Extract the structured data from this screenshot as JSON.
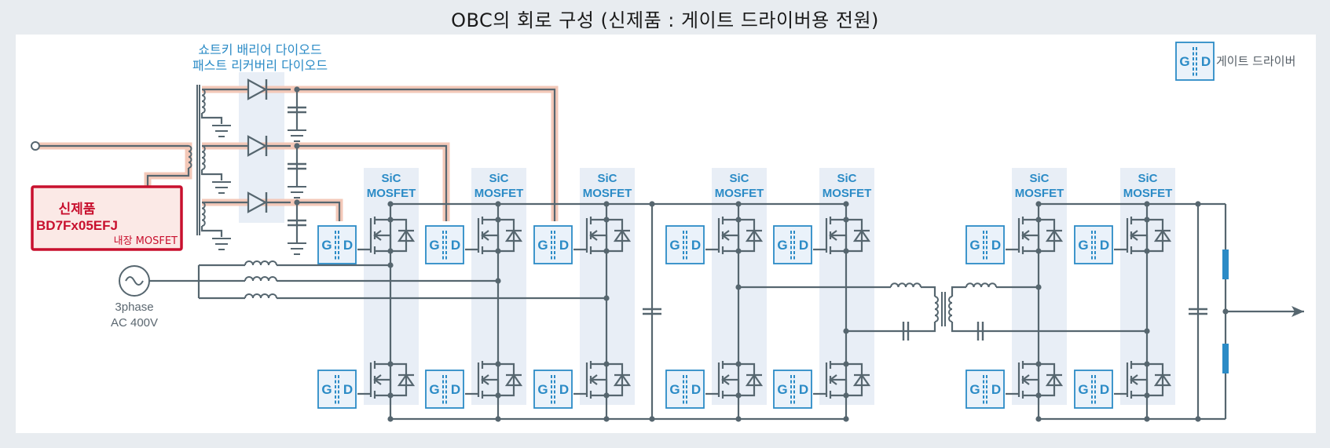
{
  "title": "OBC의 회로 구성 (신제품 : 게이트 드라이버용 전원)",
  "diode_label": {
    "line1": "쇼트키 배리어 다이오드",
    "line2": "패스트 리커버리 다이오드"
  },
  "new_product": {
    "tag": "신제품",
    "part_number": "BD7Fx05EFJ",
    "note": "내장 MOSFET"
  },
  "legend": {
    "icon_g": "G",
    "icon_d": "D",
    "label": "게이트 드라이버"
  },
  "source": {
    "line1": "3phase",
    "line2": "AC 400V"
  },
  "mosfet_label": {
    "line1": "SiC",
    "line2": "MOSFET"
  },
  "gate_driver": {
    "g": "G",
    "d": "D"
  },
  "mosfet_columns": [
    {
      "name": "pfc-leg-1"
    },
    {
      "name": "pfc-leg-2"
    },
    {
      "name": "pfc-leg-3"
    },
    {
      "name": "dcdc-primary-leg-1"
    },
    {
      "name": "dcdc-primary-leg-2"
    },
    {
      "name": "dcdc-secondary-leg-1"
    },
    {
      "name": "dcdc-secondary-leg-2"
    }
  ],
  "colors": {
    "wire": "#56666f",
    "accent_blue": "#2b8bc6",
    "highlight_band": "#e8eef6",
    "glow": "#f3c8b8",
    "new_product_red": "#c8102e",
    "new_product_fill": "#fbe9e6"
  }
}
